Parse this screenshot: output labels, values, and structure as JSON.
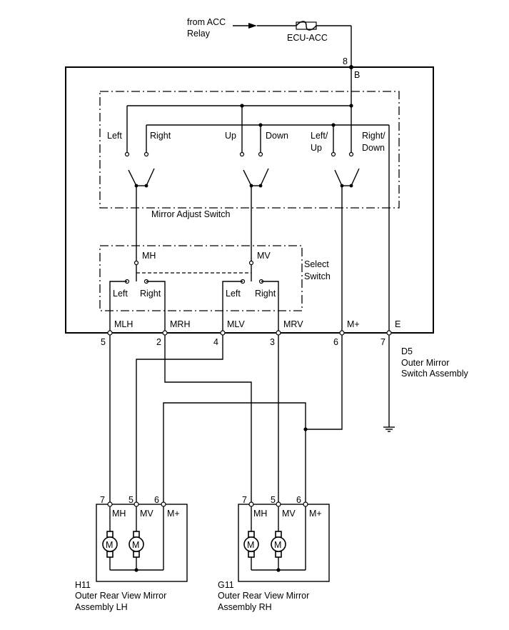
{
  "source": {
    "line1": "from ACC",
    "line2": "Relay"
  },
  "fuse": {
    "label": "ECU-ACC"
  },
  "switch_assembly": {
    "code": "D5",
    "name_line1": "Outer Mirror",
    "name_line2": "Switch Assembly",
    "top_pin": {
      "number": "8",
      "name": "B"
    },
    "pins": [
      {
        "number": "5",
        "name": "MLH"
      },
      {
        "number": "2",
        "name": "MRH"
      },
      {
        "number": "4",
        "name": "MLV"
      },
      {
        "number": "3",
        "name": "MRV"
      },
      {
        "number": "6",
        "name": "M+"
      },
      {
        "number": "7",
        "name": "E"
      }
    ]
  },
  "mirror_adjust_switch": {
    "label": "Mirror Adjust Switch",
    "positions": {
      "left": "Left",
      "right": "Right",
      "up": "Up",
      "down": "Down",
      "left_up_1": "Left/",
      "left_up_2": "Up",
      "right_down_1": "Right/",
      "right_down_2": "Down"
    }
  },
  "select_switch": {
    "label_line1": "Select",
    "label_line2": "Switch",
    "mh": "MH",
    "mv": "MV",
    "left1": "Left",
    "right1": "Right",
    "left2": "Left",
    "right2": "Right"
  },
  "mirrors": [
    {
      "code": "H11",
      "name_line1": "Outer Rear View Mirror",
      "name_line2": "Assembly LH",
      "pins": [
        {
          "number": "7",
          "name": "MH"
        },
        {
          "number": "5",
          "name": "MV"
        },
        {
          "number": "6",
          "name": "M+"
        }
      ],
      "motor_symbol": "M"
    },
    {
      "code": "G11",
      "name_line1": "Outer Rear View Mirror",
      "name_line2": "Assembly RH",
      "pins": [
        {
          "number": "7",
          "name": "MH"
        },
        {
          "number": "5",
          "name": "MV"
        },
        {
          "number": "6",
          "name": "M+"
        }
      ],
      "motor_symbol": "M"
    }
  ]
}
